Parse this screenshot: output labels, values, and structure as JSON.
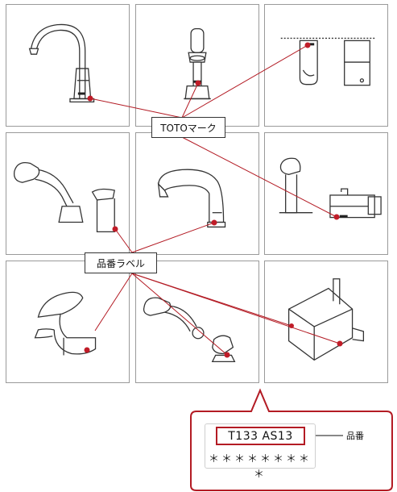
{
  "callouts": {
    "toto_mark": "TOTOマーク",
    "product_label": "品番ラベル"
  },
  "label_detail": {
    "part_code": "T133 AS13",
    "serial_mask": "＊＊＊＊＊＊＊＊＊",
    "part_number_label": "品番"
  },
  "colors": {
    "accent": "#b31b24",
    "line": "#333333",
    "border": "#9a9a9a"
  },
  "icons": [
    "gooseneck-faucet-icon",
    "pillar-faucet-icon",
    "wall-sensor-faucet-icon",
    "pullout-hand-shower-icon",
    "shampoo-faucet-icon",
    "deck-mount-faucet-with-unit-icon",
    "single-lever-faucet-icon",
    "hand-shower-head-icon",
    "control-box-icon"
  ]
}
